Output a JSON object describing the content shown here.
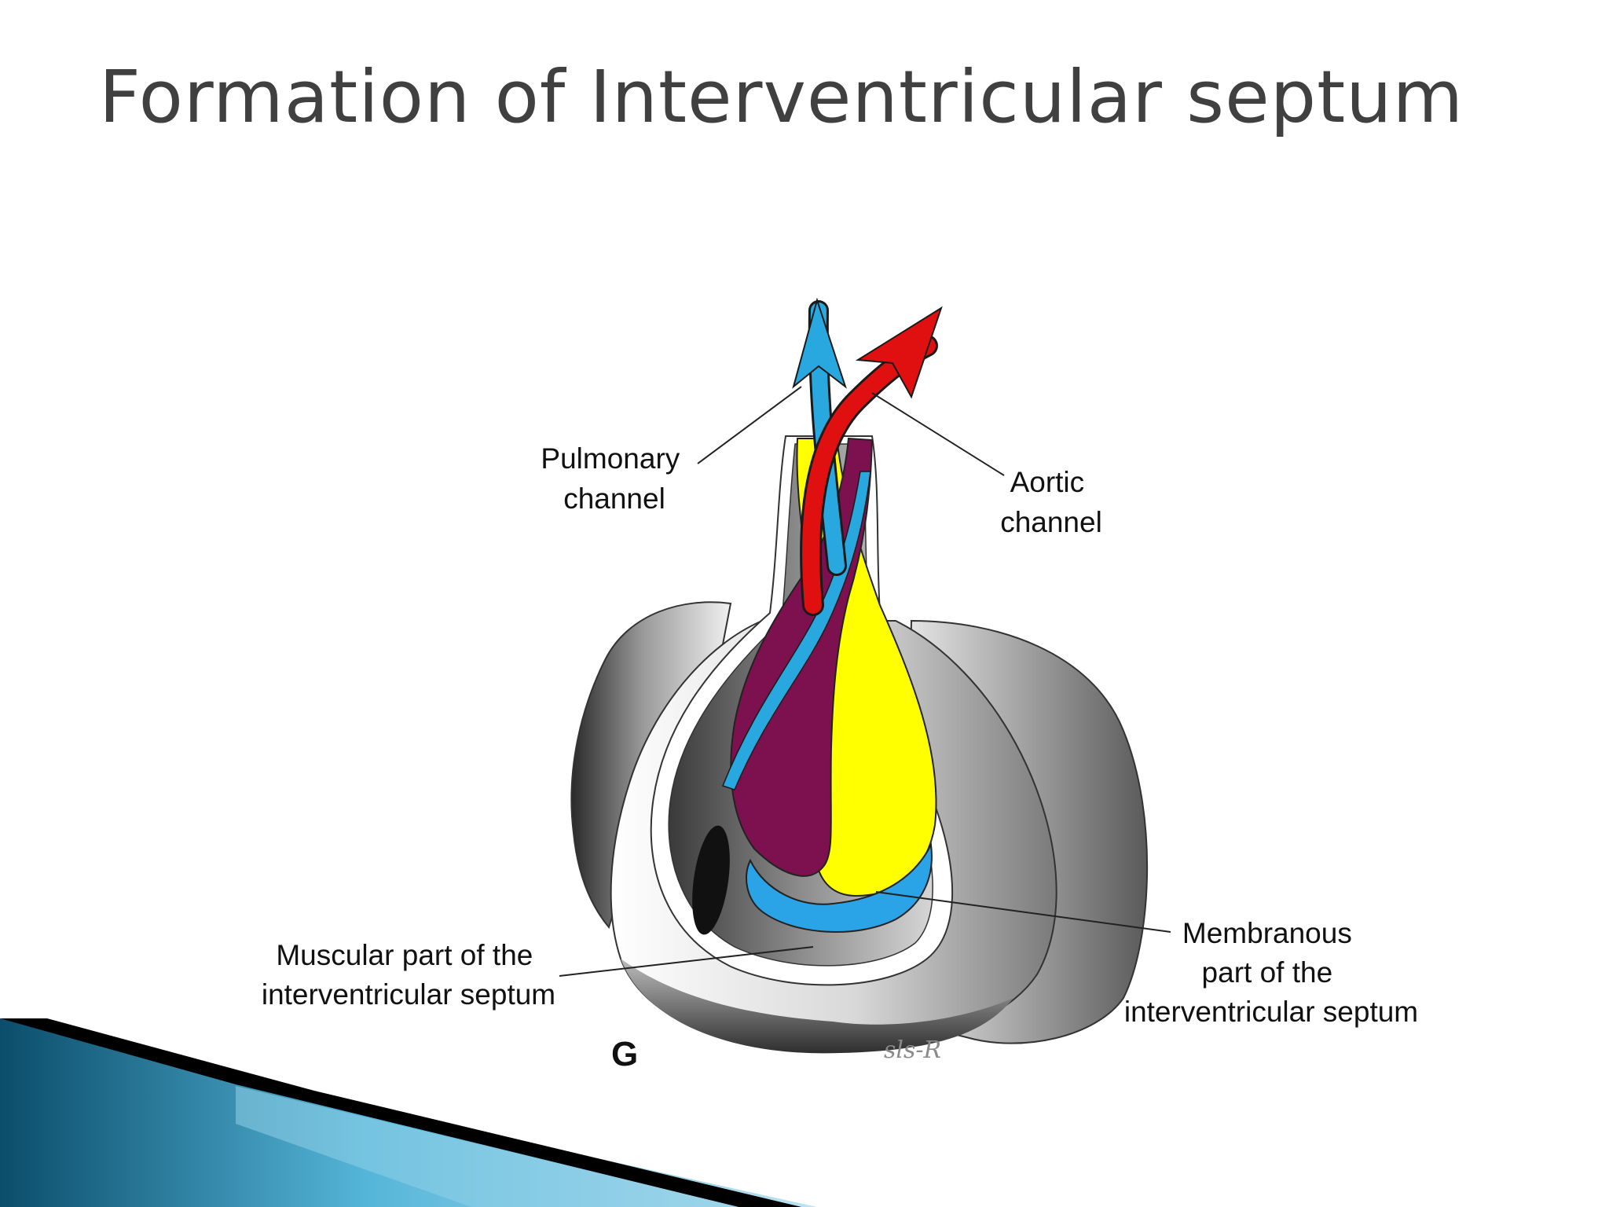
{
  "slide": {
    "title": "Formation of Interventricular septum"
  },
  "figure": {
    "letter": "G",
    "signature": "sls-R",
    "labels": {
      "pulmonary": [
        "Pulmonary",
        "channel"
      ],
      "aortic": [
        "Aortic",
        "channel"
      ],
      "muscular": [
        "Muscular part of the",
        "interventricular septum"
      ],
      "membranous": [
        "Membranous",
        "part of the",
        "interventricular septum"
      ]
    },
    "colors": {
      "pulmonary_arrow": "#29a8e0",
      "aortic_arrow": "#e01010",
      "conotruncal_ridge": "#7d1150",
      "endocardial_cushion": "#ffff00",
      "membranous_septum": "#2aa4e6"
    },
    "icons": [
      "pulmonary-flow-arrow",
      "aortic-flow-arrow"
    ]
  },
  "decor": {
    "accent_colors": [
      "#0d4f70",
      "#4ab3d8",
      "#000000"
    ]
  }
}
